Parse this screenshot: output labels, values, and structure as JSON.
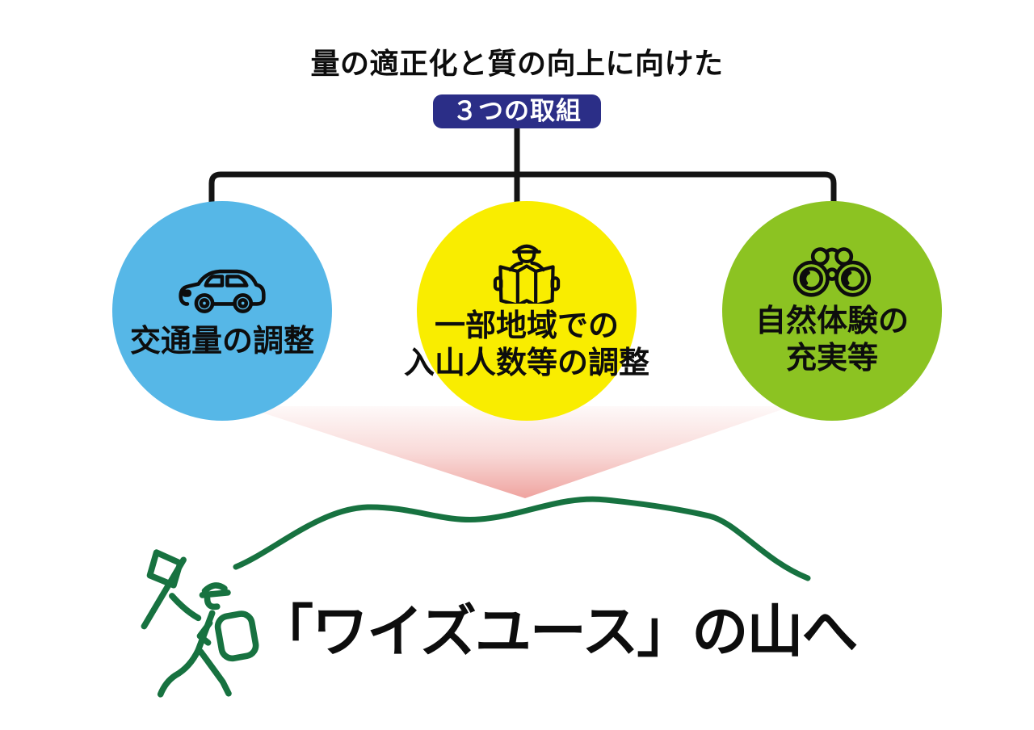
{
  "header": {
    "title": "量の適正化と質の向上に向けた",
    "badge": "３つの取組"
  },
  "circles": [
    {
      "id": "traffic",
      "icon": "car-icon",
      "color": "#56b7e7",
      "lines": [
        "交通量の調整"
      ]
    },
    {
      "id": "entry-adjustment",
      "icon": "map-reader-icon",
      "color": "#f9ed00",
      "lines": [
        "一部地域での",
        "入山人数等の調整"
      ]
    },
    {
      "id": "nature-experience",
      "icon": "binoculars-icon",
      "color": "#8cc322",
      "lines": [
        "自然体験の",
        "充実等"
      ]
    }
  ],
  "footer": {
    "title": "「ワイズユース」の山へ"
  },
  "colors": {
    "badge_bg": "#2b2e87",
    "badge_text": "#ffffff",
    "connector_black": "#141414",
    "ridge_green": "#177240",
    "funnel_pink": "#f2aba8"
  }
}
